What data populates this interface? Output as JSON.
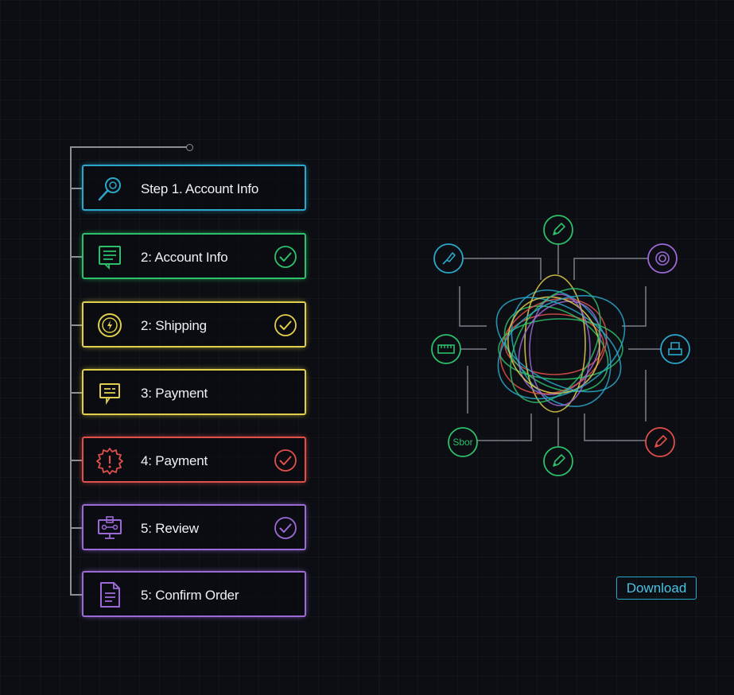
{
  "steps": [
    {
      "label": "Step 1. Account Info",
      "color": "#2aa7c9",
      "icon": "search-icon",
      "completed": false
    },
    {
      "label": "2: Account Info",
      "color": "#2dbf6a",
      "icon": "document-icon",
      "completed": true
    },
    {
      "label": "2: Shipping",
      "color": "#e0cf4c",
      "icon": "compass-icon",
      "completed": true
    },
    {
      "label": "3: Payment",
      "color": "#e0cf4c",
      "icon": "message-icon",
      "completed": false
    },
    {
      "label": "4: Payment",
      "color": "#e0504a",
      "icon": "gear-alert-icon",
      "completed": true
    },
    {
      "label": "5: Review",
      "color": "#9c6ad6",
      "icon": "workflow-icon",
      "completed": true
    },
    {
      "label": "5: Confirm Order",
      "color": "#9c6ad6",
      "icon": "file-icon",
      "completed": false
    }
  ],
  "hub": {
    "nodes": [
      {
        "icon": "pencil-icon",
        "color": "#2dbf6a"
      },
      {
        "icon": "brush-icon",
        "color": "#2aa7c9"
      },
      {
        "icon": "target-icon",
        "color": "#9c6ad6"
      },
      {
        "icon": "ruler-icon",
        "color": "#2dbf6a"
      },
      {
        "icon": "printer-icon",
        "color": "#2aa7c9"
      },
      {
        "icon": "text-node-icon",
        "color": "#2dbf6a",
        "label": "Sbor"
      },
      {
        "icon": "pencil-icon",
        "color": "#2dbf6a"
      },
      {
        "icon": "pencil-icon",
        "color": "#e0504a"
      }
    ]
  },
  "download": {
    "label": "Download"
  }
}
